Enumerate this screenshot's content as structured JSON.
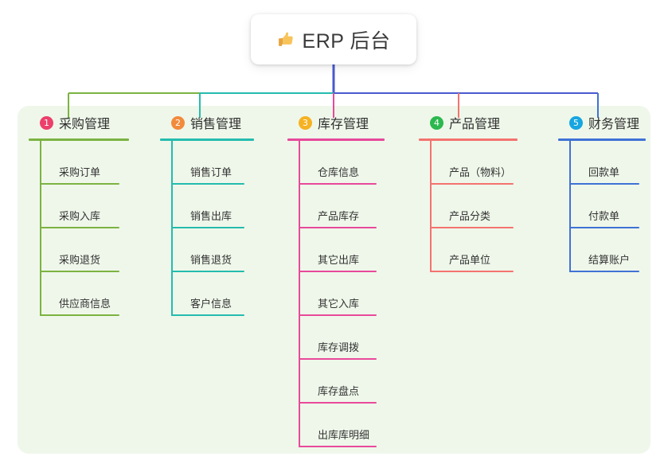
{
  "root": {
    "title": "ERP 后台",
    "icon": "thumbs-up-icon",
    "emoji": "👍"
  },
  "theme": {
    "panel_bg": "#eff7ea",
    "page_bg": "#ffffff",
    "stem_color": "#4a5ad0",
    "text_color": "#333333"
  },
  "columns": [
    {
      "index": "1",
      "title": "采购管理",
      "badge_color": "#ec3f6b",
      "line_color": "#7cb342",
      "items": [
        {
          "label": "采购订单"
        },
        {
          "label": "采购入库"
        },
        {
          "label": "采购退货"
        },
        {
          "label": "供应商信息"
        }
      ]
    },
    {
      "index": "2",
      "title": "销售管理",
      "badge_color": "#f28a3c",
      "line_color": "#24bcae",
      "items": [
        {
          "label": "销售订单"
        },
        {
          "label": "销售出库"
        },
        {
          "label": "销售退货"
        },
        {
          "label": "客户信息"
        }
      ]
    },
    {
      "index": "3",
      "title": "库存管理",
      "badge_color": "#f5b223",
      "line_color": "#e8499b",
      "items": [
        {
          "label": "仓库信息"
        },
        {
          "label": "产品库存"
        },
        {
          "label": "其它出库"
        },
        {
          "label": "其它入库"
        },
        {
          "label": "库存调拨"
        },
        {
          "label": "库存盘点"
        },
        {
          "label": "出库库明细"
        }
      ]
    },
    {
      "index": "4",
      "title": "产品管理",
      "badge_color": "#2cb84e",
      "line_color": "#f4736f",
      "items": [
        {
          "label": "产品（物料）"
        },
        {
          "label": "产品分类"
        },
        {
          "label": "产品单位"
        }
      ]
    },
    {
      "index": "5",
      "title": "财务管理",
      "badge_color": "#16a6e0",
      "line_color": "#3f72d6",
      "items": [
        {
          "label": "回款单"
        },
        {
          "label": "付款单"
        },
        {
          "label": "结算账户"
        }
      ]
    }
  ]
}
